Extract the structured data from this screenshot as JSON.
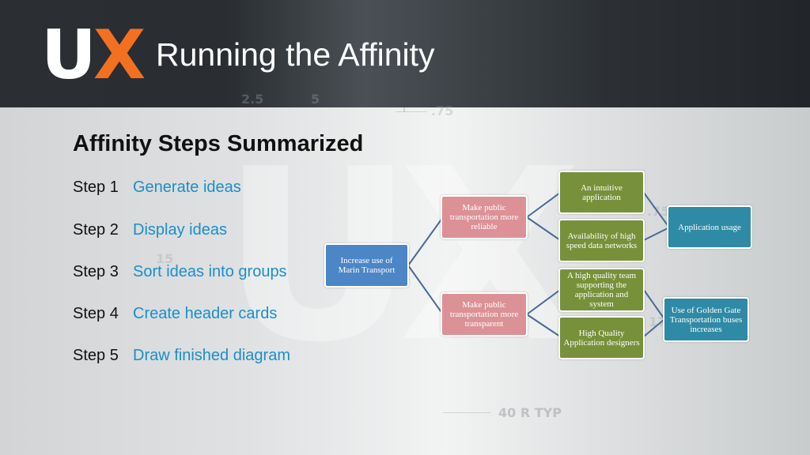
{
  "header": {
    "logo_u": "U",
    "logo_x": "X",
    "title": "Running the Affinity"
  },
  "background_marks": [
    "2.5",
    "5",
    ".75",
    "15",
    ".75",
    "17",
    "40 R TYP"
  ],
  "subtitle": "Affinity Steps Summarized",
  "steps": [
    {
      "num": "Step 1",
      "label": "Generate ideas"
    },
    {
      "num": "Step 2",
      "label": "Display ideas"
    },
    {
      "num": "Step 3",
      "label": "Sort ideas into groups"
    },
    {
      "num": "Step 4",
      "label": "Create header cards"
    },
    {
      "num": "Step 5",
      "label": "Draw finished diagram"
    }
  ],
  "diagram": {
    "root": "Increase use of Marin Transport",
    "branch_1": "Make public transportation more reliable",
    "branch_2": "Make public transportation more transparent",
    "leaf_1": "An intuitive application",
    "leaf_2": "Availability of high speed data networks",
    "leaf_3": "A high quality team supporting the application and system",
    "leaf_4": "High Quality Application designers",
    "outcome_1": "Application usage",
    "outcome_2": "Use of Golden Gate Transportation buses increases"
  },
  "colors": {
    "accent_orange": "#f37021",
    "link_blue": "#1a8fc9",
    "root_blue": "#4c86c6",
    "branch_pink": "#dc9196",
    "leaf_green": "#77913a",
    "outcome_teal": "#2f8aa5",
    "connector": "#4a6a96"
  }
}
